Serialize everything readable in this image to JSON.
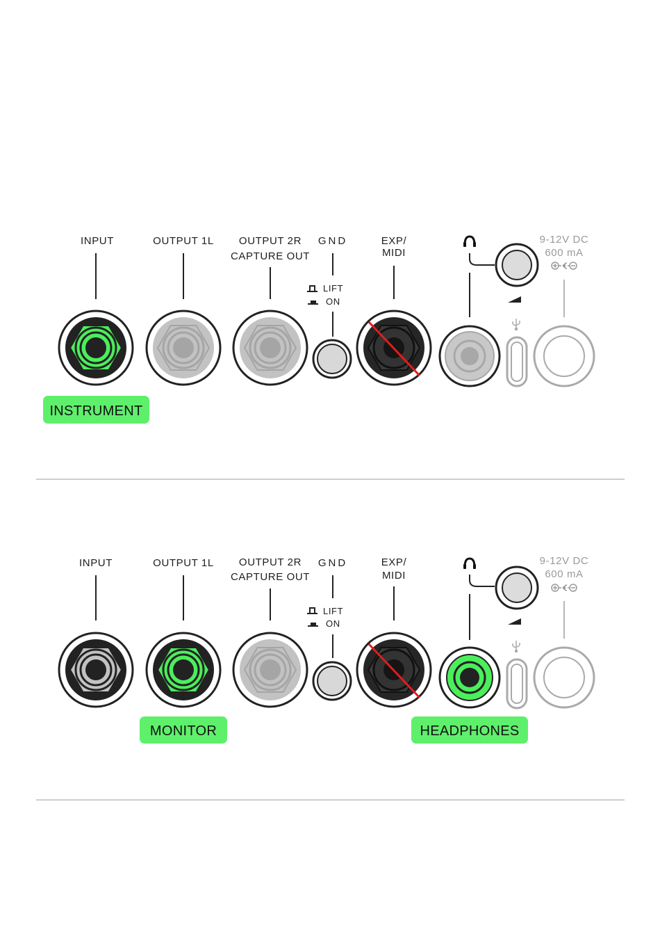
{
  "colors": {
    "highlight": "#4cee5c",
    "tag_bg": "#5ef06b",
    "slash": "#e11d1d",
    "jack_gray": "#c2c2c2",
    "jack_dark": "#262626",
    "divider": "#bdbdbd",
    "power_text": "#9a9a9a"
  },
  "labels": {
    "input": "INPUT",
    "output1": "OUTPUT 1L",
    "output2_line1": "OUTPUT 2R",
    "output2_line2": "CAPTURE OUT",
    "gnd": "GND",
    "lift": "LIFT",
    "on": "ON",
    "exp_line1": "EXP/",
    "exp_line2": "MIDI",
    "power_line1": "9-12V DC",
    "power_line2": "600 mA"
  },
  "icons": {
    "headphones": "headphones-icon",
    "volume": "volume-ramp-icon",
    "usb": "usb-icon",
    "polarity": "power-polarity-icon",
    "lift_switch": "switch-up-icon",
    "on_switch": "switch-down-icon"
  },
  "panel1": {
    "tags": [
      {
        "text": "INSTRUMENT"
      }
    ],
    "highlighted": [
      "input"
    ],
    "crossed_out": [
      "exp_midi"
    ]
  },
  "panel2": {
    "tags": [
      {
        "text": "MONITOR"
      },
      {
        "text": "HEADPHONES"
      }
    ],
    "highlighted": [
      "output1",
      "headphones"
    ],
    "crossed_out": [
      "exp_midi"
    ]
  }
}
